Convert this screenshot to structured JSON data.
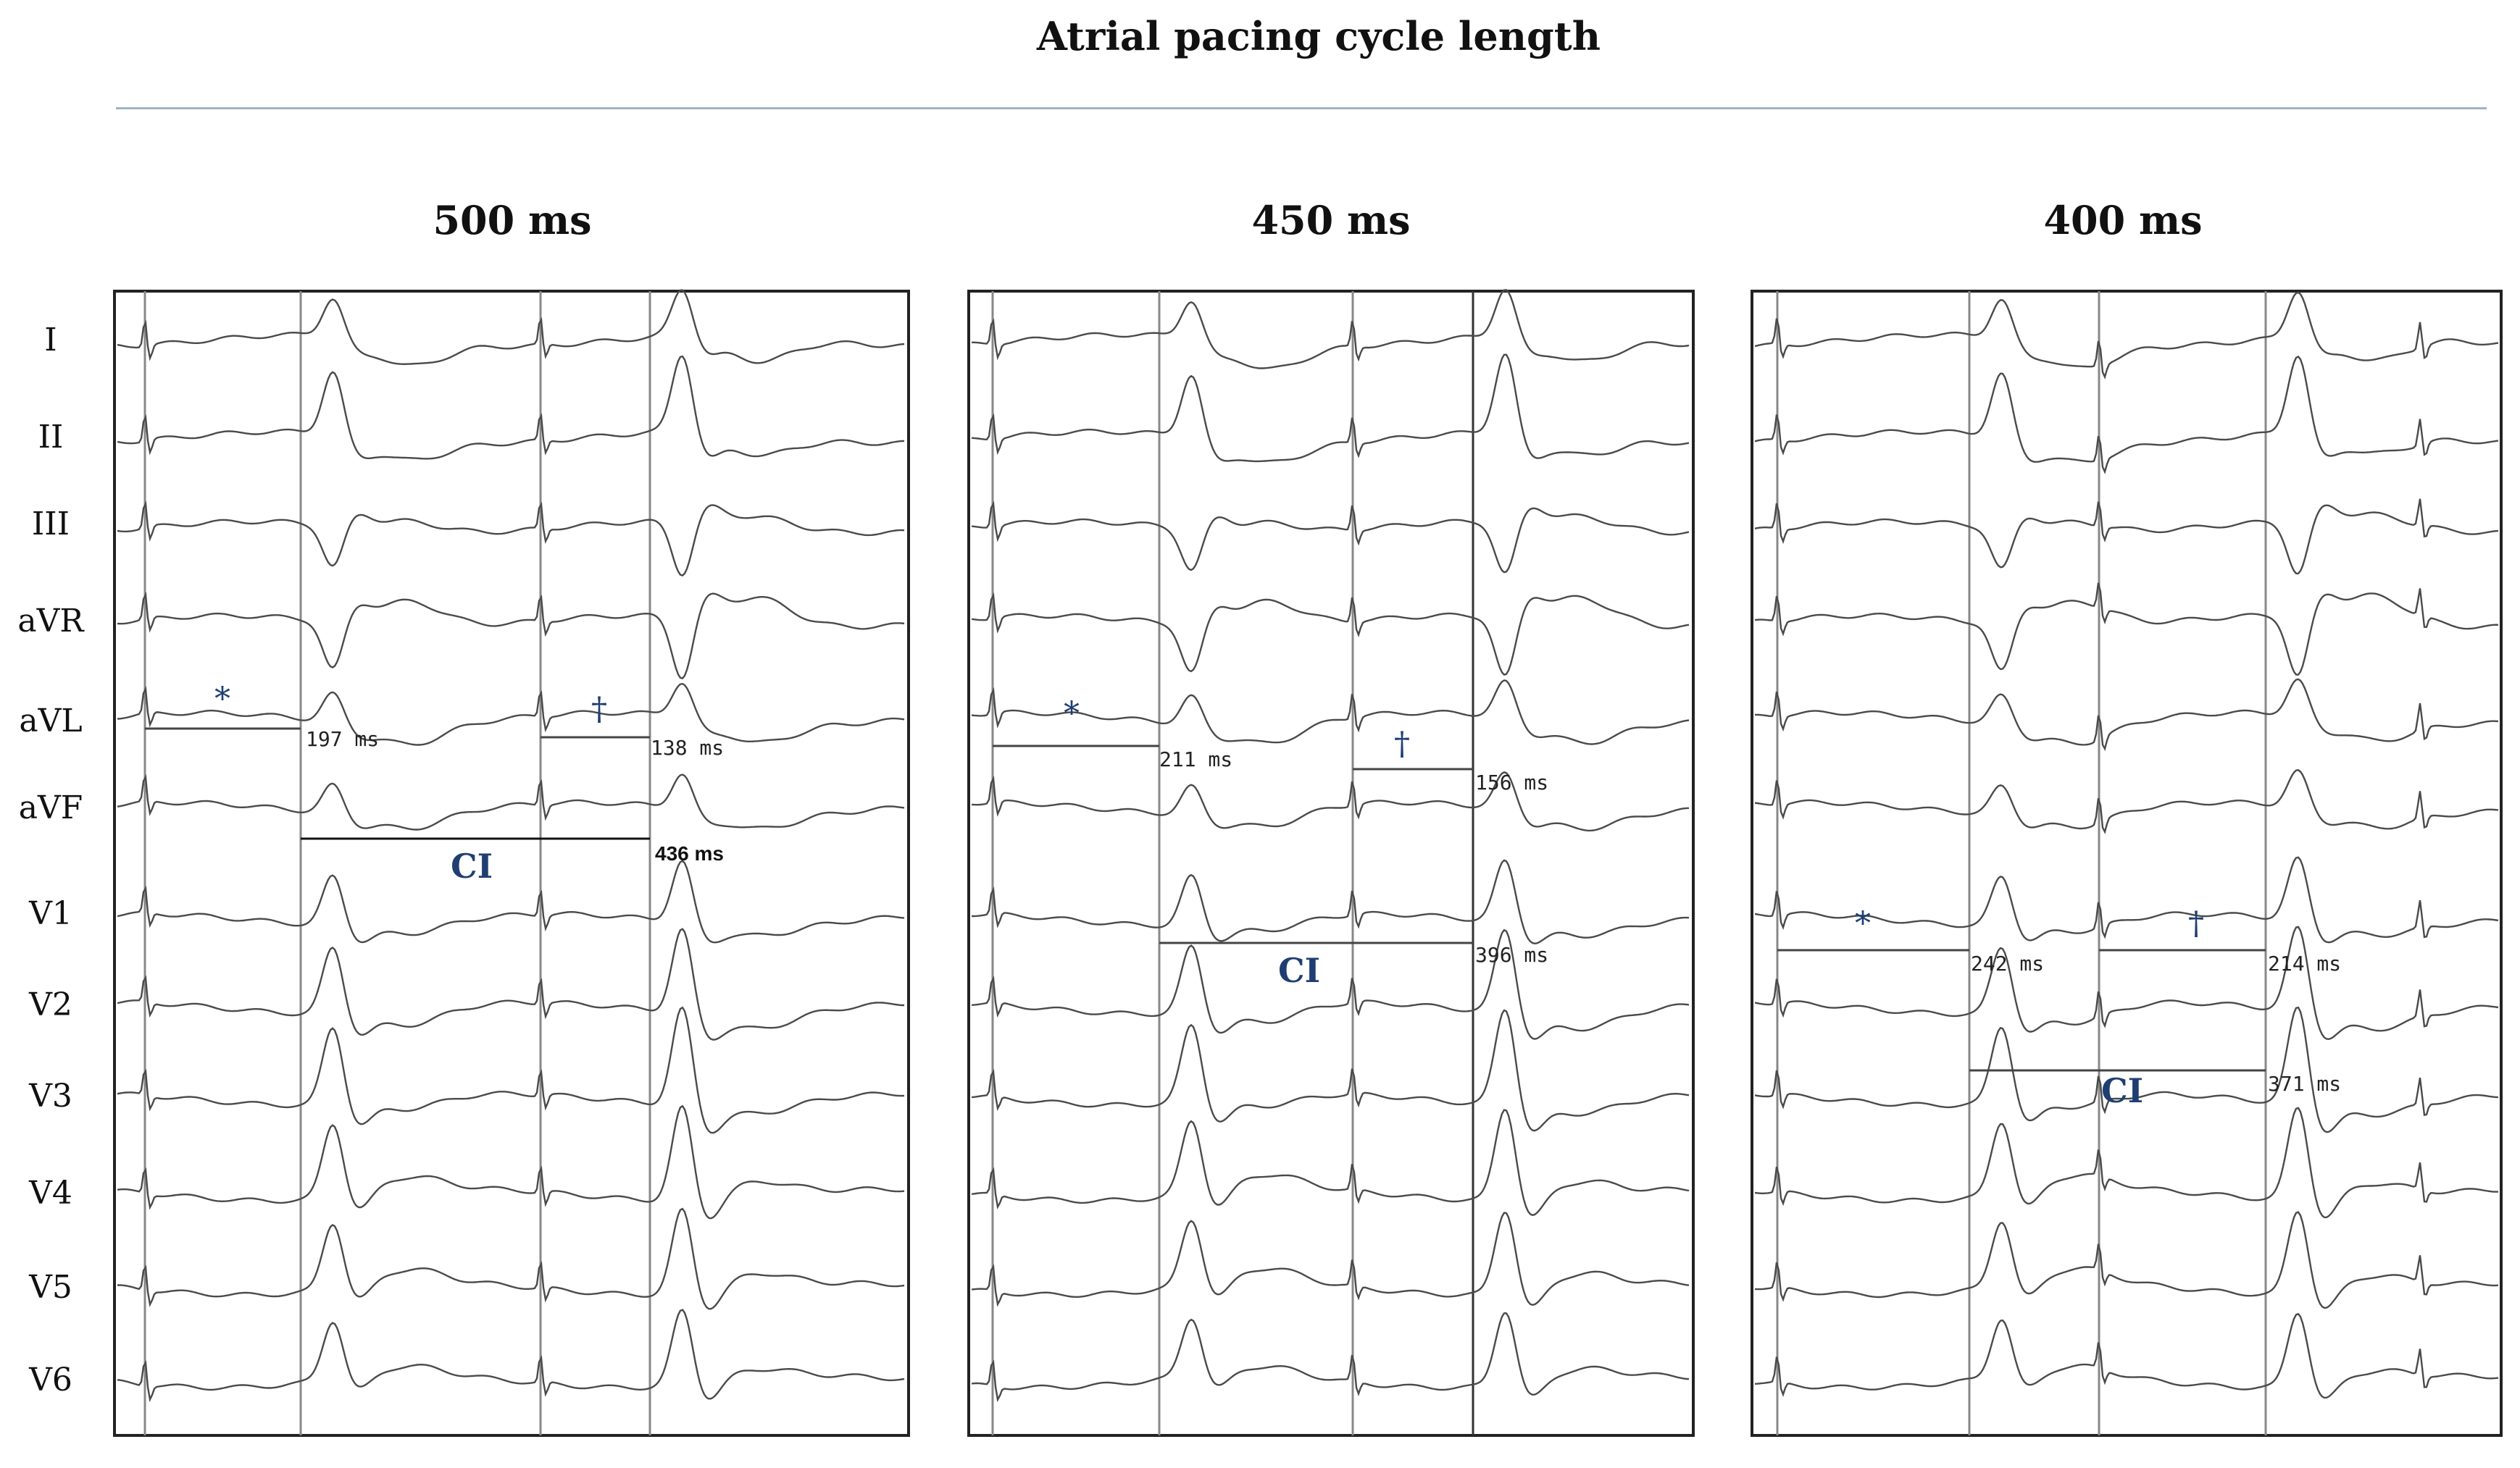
{
  "figure_title": "Atrial pacing cycle length",
  "leads": [
    "I",
    "II",
    "III",
    "aVR",
    "aVL",
    "aVF",
    "V1",
    "V2",
    "V3",
    "V4",
    "V5",
    "V6"
  ],
  "panels": [
    {
      "title": "500 ms",
      "markers": {
        "asterisk": "*",
        "dagger": "†"
      },
      "measurements": {
        "first": "197 ms",
        "second": "138 ms",
        "ci": "436 ms"
      },
      "ci_label": "CI"
    },
    {
      "title": "450 ms",
      "markers": {
        "asterisk": "*",
        "dagger": "†"
      },
      "measurements": {
        "first": "211 ms",
        "second": "156 ms",
        "ci": "396 ms"
      },
      "ci_label": "CI"
    },
    {
      "title": "400 ms",
      "markers": {
        "asterisk": "*",
        "dagger": "†"
      },
      "measurements": {
        "first": "242 ms",
        "second": "214 ms",
        "ci": "371 ms"
      },
      "ci_label": "CI"
    }
  ]
}
